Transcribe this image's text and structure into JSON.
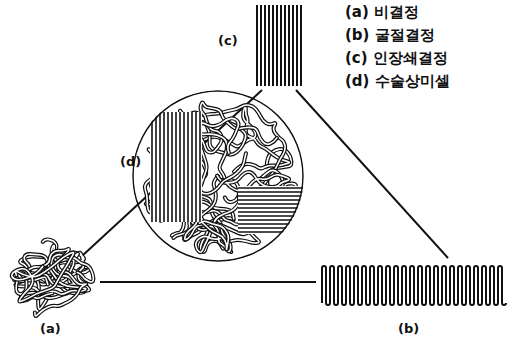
{
  "diagram": {
    "labels": [
      "(c)",
      "(a) 비결정",
      "(b) 굴절결정",
      "(c) 인장쇄결정",
      "(d) 수술상미셀",
      "(d)",
      "(a)",
      "(b)"
    ]
  }
}
